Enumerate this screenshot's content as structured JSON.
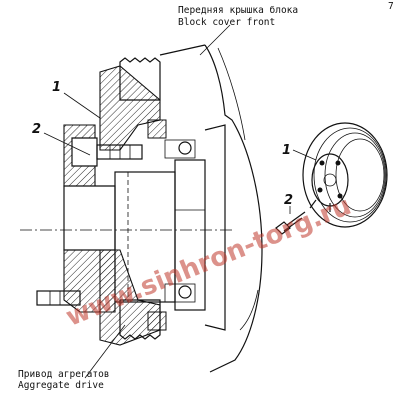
{
  "labels": {
    "top_ru": "Передняя крышка блока",
    "top_en": "Block cover front",
    "bottom_ru": "Привод агрегатов",
    "bottom_en": "Aggregate drive"
  },
  "callouts": {
    "left_1": "1",
    "left_2": "2",
    "right_1": "1",
    "right_2": "2"
  },
  "corner_mark": "7",
  "watermark": "www.sinhron-torg.ru"
}
